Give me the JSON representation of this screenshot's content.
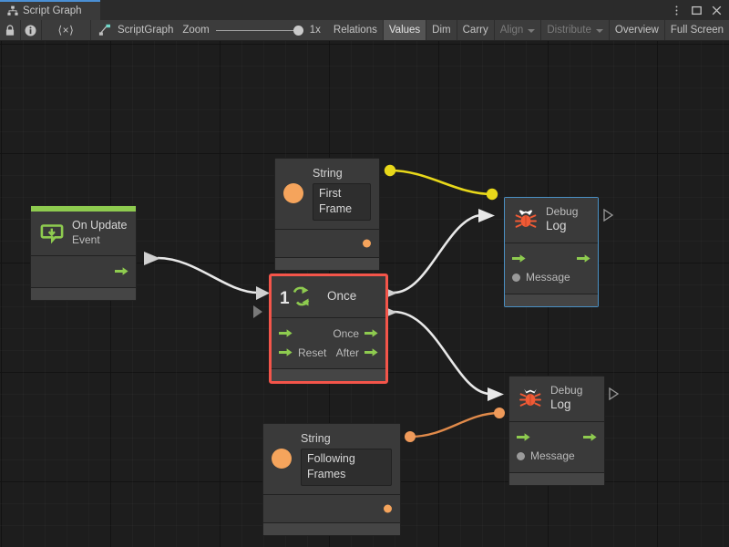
{
  "window": {
    "tab_label": "Script Graph",
    "tab_icon": "graph-hierarchy-icon",
    "controls": [
      {
        "name": "more-options-icon",
        "glyph": "⋮"
      },
      {
        "name": "maximize-icon",
        "glyph": "□"
      },
      {
        "name": "close-icon",
        "glyph": "✕"
      }
    ]
  },
  "toolbar": {
    "lock_icon": "lock-icon",
    "info_icon": "info-icon",
    "code_icon": "angle-brackets-icon",
    "code_label": "⟨×⟩",
    "graph_icon": "script-graph-icon",
    "graph_name": "ScriptGraph",
    "zoom_label": "Zoom",
    "zoom_value": "1x",
    "buttons": [
      {
        "label": "Relations",
        "state": "normal",
        "name": "relations-button"
      },
      {
        "label": "Values",
        "state": "active",
        "name": "values-button"
      },
      {
        "label": "Dim",
        "state": "normal",
        "name": "dim-button"
      },
      {
        "label": "Carry",
        "state": "normal",
        "name": "carry-button"
      },
      {
        "label": "Align",
        "state": "disabled",
        "dropdown": true,
        "name": "align-dropdown"
      },
      {
        "label": "Distribute",
        "state": "disabled",
        "dropdown": true,
        "name": "distribute-dropdown"
      },
      {
        "label": "Overview",
        "state": "normal",
        "name": "overview-button"
      },
      {
        "label": "Full Screen",
        "state": "normal",
        "name": "full-screen-button"
      }
    ]
  },
  "graph": {
    "nodes": {
      "on_update": {
        "title": "On Update",
        "subtitle": "Event",
        "icon": "event-update-icon",
        "accent_color": "#8ecb4f"
      },
      "string_first": {
        "type_label": "String",
        "value": "First Frame",
        "icon": "string-value-icon",
        "dot_color": "#f5a45c"
      },
      "string_following": {
        "type_label": "String",
        "value": "Following Frames",
        "icon": "string-value-icon",
        "dot_color": "#f5a45c"
      },
      "once": {
        "title": "Once",
        "badge": "1",
        "icon": "once-loop-icon",
        "ports": {
          "out_once": "Once",
          "in_reset": "Reset",
          "out_after": "After"
        },
        "selected": true,
        "selection_color": "#f4554a"
      },
      "debug_log_top": {
        "title": "Debug",
        "subtitle": "Log",
        "icon": "debug-bug-icon",
        "message_label": "Message",
        "selected": true,
        "selection_color": "#4a90c4"
      },
      "debug_log_bottom": {
        "title": "Debug",
        "subtitle": "Log",
        "icon": "debug-bug-icon",
        "message_label": "Message",
        "selected": false
      }
    },
    "edge_colors": {
      "control_flow": "#e8e8e8",
      "string_first": "#e8d81a",
      "string_following": "#e08a4a"
    }
  }
}
